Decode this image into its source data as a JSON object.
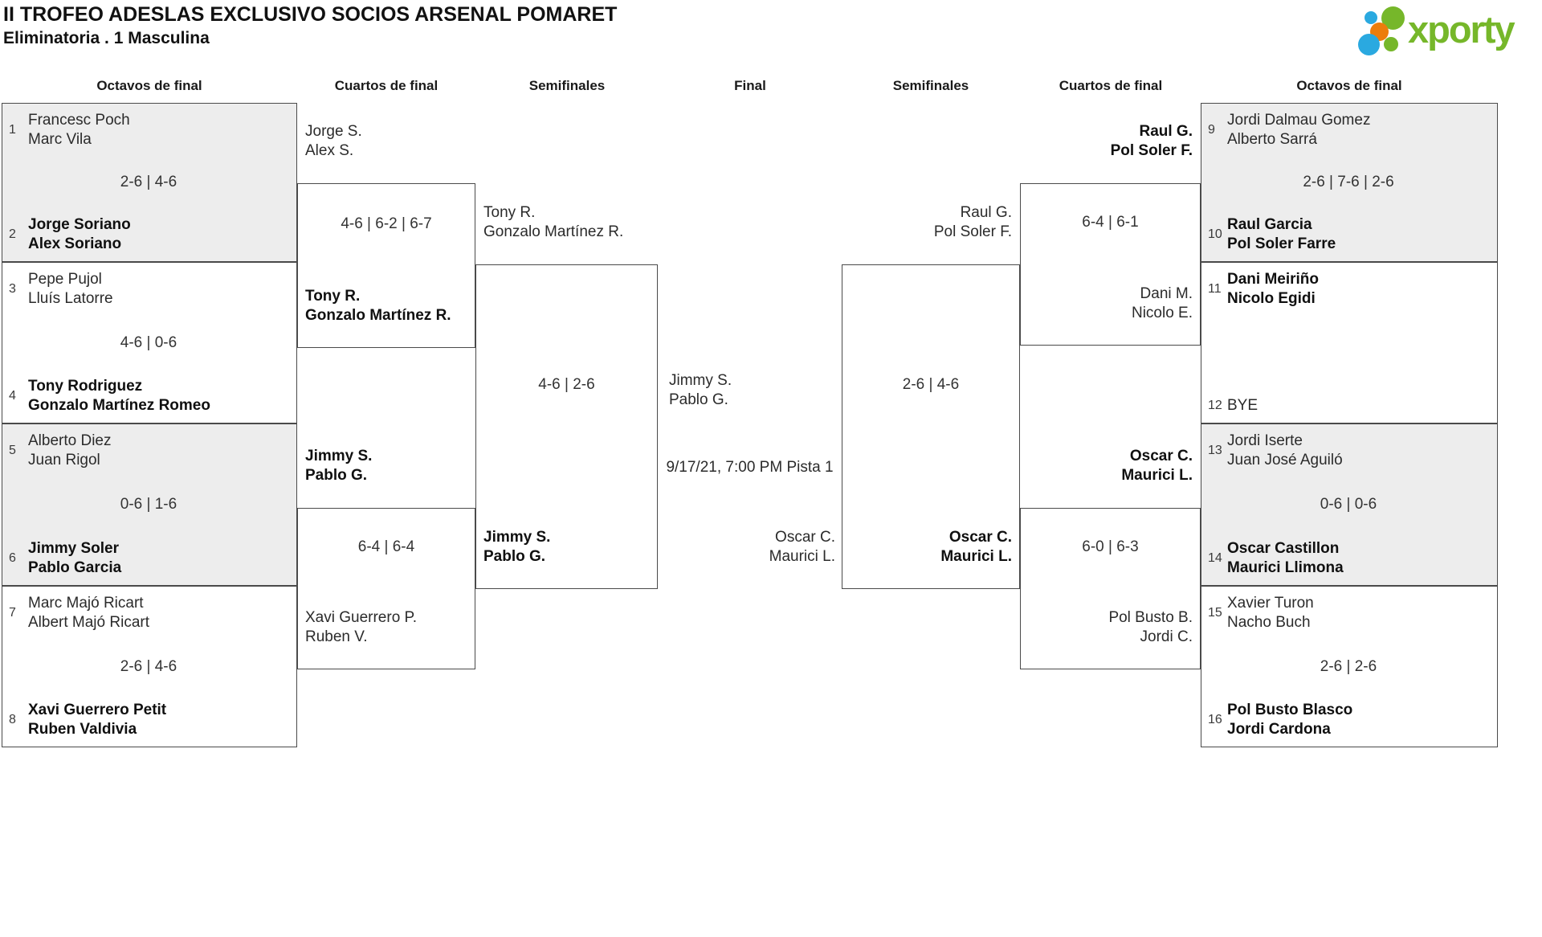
{
  "title": "II TROFEO ADESLAS EXCLUSIVO SOCIOS ARSENAL POMARET",
  "subtitle": "Eliminatoria . 1 Masculina",
  "logo": {
    "text": "xporty"
  },
  "colors": {
    "logo_green": "#76b72a",
    "logo_blue": "#2aa9e0",
    "logo_orange": "#ec7d0c",
    "box_shaded": "#ededed",
    "box_border": "#4a4a4a"
  },
  "round_headers": [
    "Octavos de final",
    "Cuartos de final",
    "Semifinales",
    "Final",
    "Semifinales",
    "Cuartos de final",
    "Octavos de final"
  ],
  "octavos_left": [
    {
      "seed_top": "1",
      "top": [
        "Francesc Poch",
        "Marc Vila"
      ],
      "top_winner": false,
      "score": "2-6 | 4-6",
      "seed_bottom": "2",
      "bottom": [
        "Jorge Soriano",
        "Alex Soriano"
      ],
      "bottom_winner": true
    },
    {
      "seed_top": "3",
      "top": [
        "Pepe Pujol",
        "Lluís Latorre"
      ],
      "top_winner": false,
      "score": "4-6 | 0-6",
      "seed_bottom": "4",
      "bottom": [
        "Tony Rodriguez",
        "Gonzalo Martínez Romeo"
      ],
      "bottom_winner": true
    },
    {
      "seed_top": "5",
      "top": [
        "Alberto Diez",
        "Juan Rigol"
      ],
      "top_winner": false,
      "score": "0-6 | 1-6",
      "seed_bottom": "6",
      "bottom": [
        "Jimmy Soler",
        "Pablo Garcia"
      ],
      "bottom_winner": true
    },
    {
      "seed_top": "7",
      "top": [
        "Marc Majó Ricart",
        "Albert Majó Ricart"
      ],
      "top_winner": false,
      "score": "2-6 | 4-6",
      "seed_bottom": "8",
      "bottom": [
        "Xavi Guerrero Petit",
        "Ruben Valdivia"
      ],
      "bottom_winner": true
    }
  ],
  "octavos_right": [
    {
      "seed_top": "9",
      "top": [
        "Jordi Dalmau Gomez",
        "Alberto Sarrá"
      ],
      "top_winner": false,
      "score": "2-6 | 7-6 | 2-6",
      "seed_bottom": "10",
      "bottom": [
        "Raul Garcia",
        "Pol Soler Farre"
      ],
      "bottom_winner": true
    },
    {
      "seed_top": "11",
      "top": [
        "Dani Meiriño",
        "Nicolo Egidi"
      ],
      "top_winner": true,
      "score": "",
      "seed_bottom": "12",
      "bottom": [
        "BYE"
      ],
      "bottom_winner": false
    },
    {
      "seed_top": "13",
      "top": [
        "Jordi Iserte",
        "Juan José Aguiló"
      ],
      "top_winner": false,
      "score": "0-6 | 0-6",
      "seed_bottom": "14",
      "bottom": [
        "Oscar Castillon",
        "Maurici Llimona"
      ],
      "bottom_winner": true
    },
    {
      "seed_top": "15",
      "top": [
        "Xavier Turon",
        "Nacho Buch"
      ],
      "top_winner": false,
      "score": "2-6 | 2-6",
      "seed_bottom": "16",
      "bottom": [
        "Pol Busto Blasco",
        "Jordi Cardona"
      ],
      "bottom_winner": true
    }
  ],
  "cuartos_left": [
    {
      "top": [
        "Jorge S.",
        "Alex S."
      ],
      "top_winner": false,
      "score": "4-6 | 6-2 | 6-7",
      "bottom": [
        "Tony R.",
        "Gonzalo Martínez R."
      ],
      "bottom_winner": true
    },
    {
      "top": [
        "Jimmy S.",
        "Pablo G."
      ],
      "top_winner": true,
      "score": "6-4 | 6-4",
      "bottom": [
        "Xavi Guerrero P.",
        "Ruben V."
      ],
      "bottom_winner": false
    }
  ],
  "cuartos_right": [
    {
      "top": [
        "Raul G.",
        "Pol Soler F."
      ],
      "top_winner": true,
      "score": "6-4 | 6-1",
      "bottom": [
        "Dani M.",
        "Nicolo E."
      ],
      "bottom_winner": false
    },
    {
      "top": [
        "Oscar C.",
        "Maurici L."
      ],
      "top_winner": true,
      "score": "6-0 | 6-3",
      "bottom": [
        "Pol Busto B.",
        "Jordi C."
      ],
      "bottom_winner": false
    }
  ],
  "semifinal_left": {
    "top": [
      "Tony R.",
      "Gonzalo Martínez R."
    ],
    "top_winner": false,
    "score": "4-6 | 2-6",
    "bottom": [
      "Jimmy S.",
      "Pablo G."
    ],
    "bottom_winner": true
  },
  "semifinal_right": {
    "top": [
      "Raul G.",
      "Pol Soler F."
    ],
    "top_winner": false,
    "score": "2-6 | 4-6",
    "bottom": [
      "Oscar C.",
      "Maurici L."
    ],
    "bottom_winner": true
  },
  "final": {
    "team1": [
      "Jimmy S.",
      "Pablo G."
    ],
    "schedule": "9/17/21, 7:00 PM Pista 1",
    "team2": [
      "Oscar C.",
      "Maurici L."
    ]
  }
}
